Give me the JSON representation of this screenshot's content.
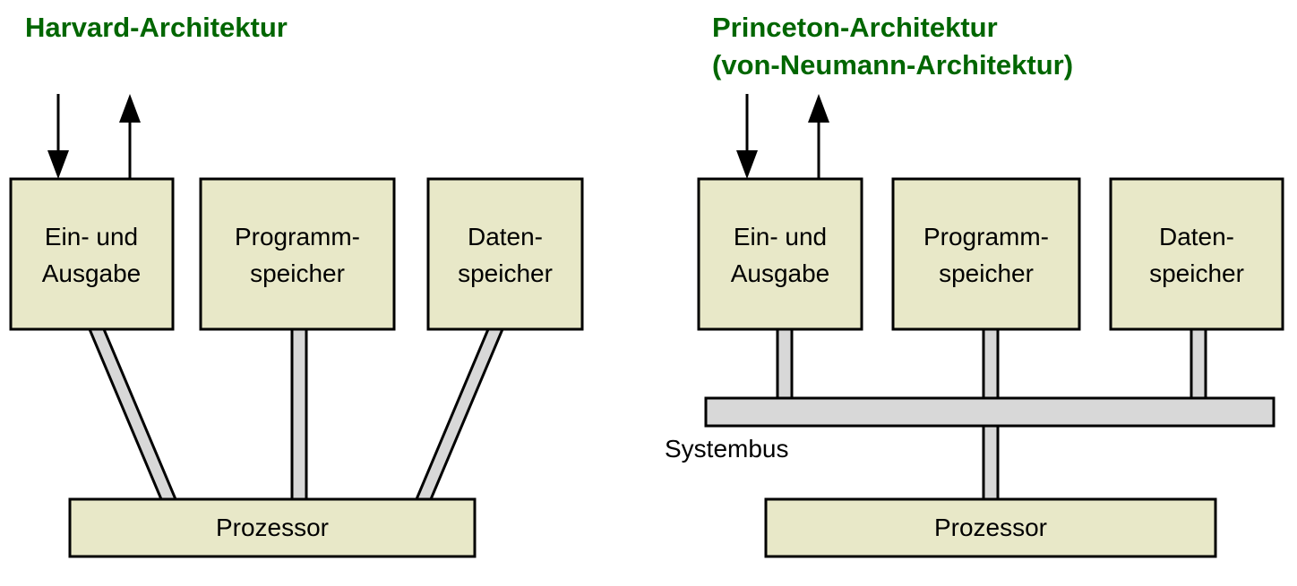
{
  "figure": {
    "background_color": "#FFFFFF",
    "box_fill_color": "#E8E8C8",
    "box_stroke_color": "#000000",
    "bus_fill_color": "#D8D8D8",
    "title_color": "#006600"
  },
  "left_panel": {
    "title": "Harvard-Architektur",
    "boxes": [
      {
        "id": "io",
        "line1": "Ein- und",
        "line2": "Ausgabe"
      },
      {
        "id": "program-memory",
        "line1": "Programm-",
        "line2": "speicher"
      },
      {
        "id": "data-memory",
        "line1": "Daten-",
        "line2": "speicher"
      }
    ],
    "processor": {
      "label": "Prozessor"
    },
    "arrows": [
      {
        "id": "input-arrow",
        "direction": "down"
      },
      {
        "id": "output-arrow",
        "direction": "up"
      }
    ],
    "connectors": [
      {
        "from": "io",
        "to": "processor"
      },
      {
        "from": "program-memory",
        "to": "processor"
      },
      {
        "from": "data-memory",
        "to": "processor"
      }
    ]
  },
  "right_panel": {
    "title_line1": "Princeton-Architektur",
    "title_line2": "(von-Neumann-Architektur)",
    "boxes": [
      {
        "id": "io",
        "line1": "Ein- und",
        "line2": "Ausgabe"
      },
      {
        "id": "program-memory",
        "line1": "Programm-",
        "line2": "speicher"
      },
      {
        "id": "data-memory",
        "line1": "Daten-",
        "line2": "speicher"
      }
    ],
    "processor": {
      "label": "Prozessor"
    },
    "bus": {
      "label": "Systembus"
    },
    "arrows": [
      {
        "id": "input-arrow",
        "direction": "down"
      },
      {
        "id": "output-arrow",
        "direction": "up"
      }
    ],
    "connectors": [
      {
        "from": "io",
        "to": "bus"
      },
      {
        "from": "program-memory",
        "to": "bus"
      },
      {
        "from": "data-memory",
        "to": "bus"
      },
      {
        "from": "bus",
        "to": "processor"
      }
    ]
  }
}
